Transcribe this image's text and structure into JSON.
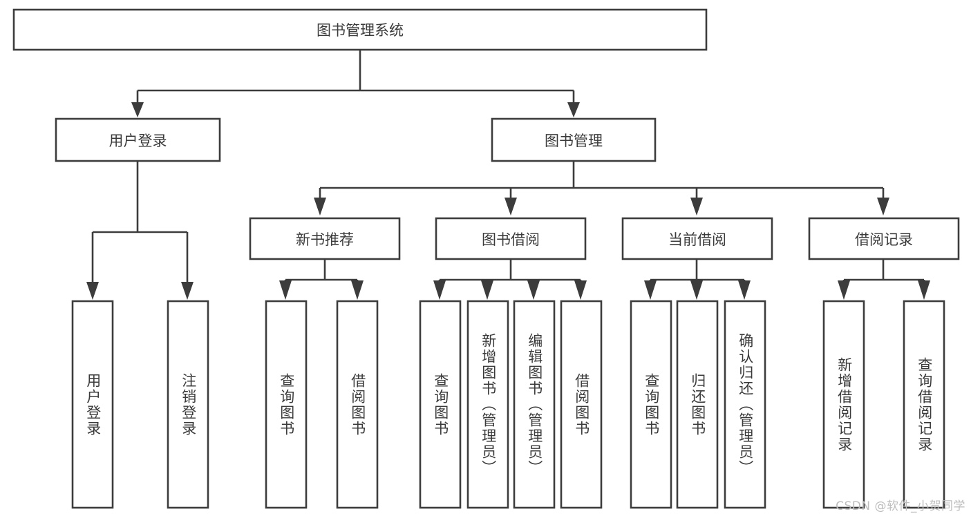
{
  "diagram": {
    "title": "图书管理系统",
    "type": "tree",
    "watermark": "CSDN @软件_小贺同学",
    "colors": {
      "box_fill": "#ffffff",
      "box_stroke": "#3c3c3c",
      "text": "#3a3a3a",
      "background": "#ffffff",
      "watermark": "#bdbdbd"
    },
    "nodes": {
      "root": {
        "label": "图书管理系统",
        "level": 0,
        "orientation": "horizontal"
      },
      "user_login": {
        "label": "用户登录",
        "level": 1,
        "orientation": "horizontal"
      },
      "book_manage": {
        "label": "图书管理",
        "level": 1,
        "orientation": "horizontal"
      },
      "new_book_rec": {
        "label": "新书推荐",
        "level": 2,
        "orientation": "horizontal"
      },
      "book_borrow": {
        "label": "图书借阅",
        "level": 2,
        "orientation": "horizontal"
      },
      "current_borrow": {
        "label": "当前借阅",
        "level": 2,
        "orientation": "horizontal"
      },
      "borrow_record": {
        "label": "借阅记录",
        "level": 2,
        "orientation": "horizontal"
      },
      "leaf_user_login": {
        "label": "用户登录",
        "level": 2,
        "orientation": "vertical"
      },
      "leaf_user_logout": {
        "label": "注销登录",
        "level": 2,
        "orientation": "vertical"
      },
      "leaf_query_book_a": {
        "label": "查询图书",
        "level": 3,
        "orientation": "vertical"
      },
      "leaf_borrow_book_a": {
        "label": "借阅图书",
        "level": 3,
        "orientation": "vertical"
      },
      "leaf_query_book_b": {
        "label": "查询图书",
        "level": 3,
        "orientation": "vertical"
      },
      "leaf_add_book": {
        "label": "新增图书（管理员）",
        "level": 3,
        "orientation": "vertical"
      },
      "leaf_edit_book": {
        "label": "编辑图书（管理员）",
        "level": 3,
        "orientation": "vertical"
      },
      "leaf_borrow_book_b": {
        "label": "借阅图书",
        "level": 3,
        "orientation": "vertical"
      },
      "leaf_query_book_c": {
        "label": "查询图书",
        "level": 3,
        "orientation": "vertical"
      },
      "leaf_return_book": {
        "label": "归还图书",
        "level": 3,
        "orientation": "vertical"
      },
      "leaf_confirm_return": {
        "label": "确认归还（管理员）",
        "level": 3,
        "orientation": "vertical"
      },
      "leaf_add_record": {
        "label": "新增借阅记录",
        "level": 3,
        "orientation": "vertical"
      },
      "leaf_query_record": {
        "label": "查询借阅记录",
        "level": 3,
        "orientation": "vertical"
      }
    },
    "edges": [
      {
        "from": "root",
        "to": "user_login"
      },
      {
        "from": "root",
        "to": "book_manage"
      },
      {
        "from": "user_login",
        "to": "leaf_user_login"
      },
      {
        "from": "user_login",
        "to": "leaf_user_logout"
      },
      {
        "from": "book_manage",
        "to": "new_book_rec"
      },
      {
        "from": "book_manage",
        "to": "book_borrow"
      },
      {
        "from": "book_manage",
        "to": "current_borrow"
      },
      {
        "from": "book_manage",
        "to": "borrow_record"
      },
      {
        "from": "new_book_rec",
        "to": "leaf_query_book_a"
      },
      {
        "from": "new_book_rec",
        "to": "leaf_borrow_book_a"
      },
      {
        "from": "book_borrow",
        "to": "leaf_query_book_b"
      },
      {
        "from": "book_borrow",
        "to": "leaf_add_book"
      },
      {
        "from": "book_borrow",
        "to": "leaf_edit_book"
      },
      {
        "from": "book_borrow",
        "to": "leaf_borrow_book_b"
      },
      {
        "from": "current_borrow",
        "to": "leaf_query_book_c"
      },
      {
        "from": "current_borrow",
        "to": "leaf_return_book"
      },
      {
        "from": "current_borrow",
        "to": "leaf_confirm_return"
      },
      {
        "from": "borrow_record",
        "to": "leaf_add_record"
      },
      {
        "from": "borrow_record",
        "to": "leaf_query_record"
      }
    ]
  }
}
